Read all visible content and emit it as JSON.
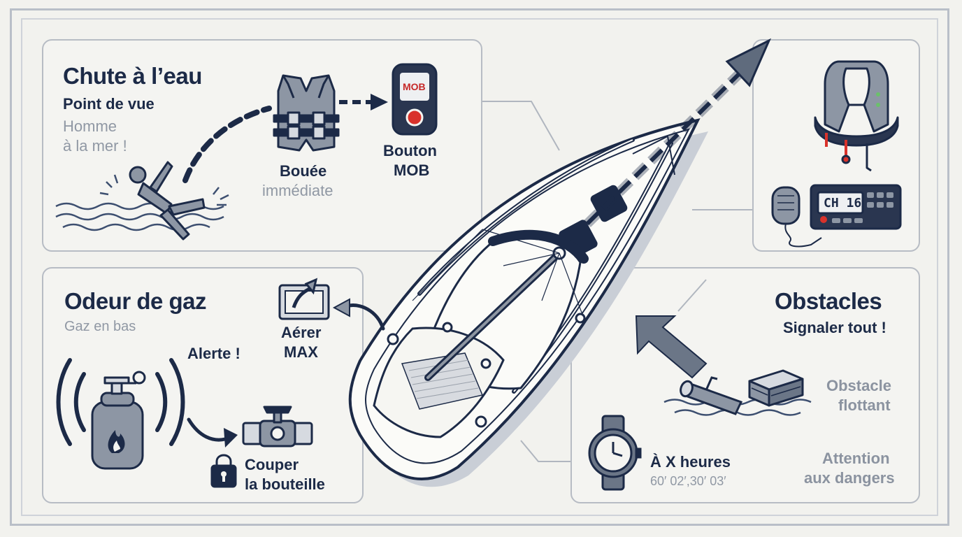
{
  "mob": {
    "title": "Chute à l’eau",
    "subtitle": "Point de vue",
    "alert": "Homme",
    "alert2": "à la mer !",
    "buoy_line1": "Bouée",
    "buoy_line2": "immédiate",
    "button_line1": "Bouton",
    "button_line2": "MOB",
    "device_screen": "MOB"
  },
  "gas": {
    "title": "Odeur de gaz",
    "subtitle": "Gaz en bas",
    "alert": "Alerte !",
    "vent_line1": "Aérer",
    "vent_line2": "MAX",
    "cut_line1": "Couper",
    "cut_line2": "la bouteille"
  },
  "radio": {
    "display": "CH 16"
  },
  "obstacles": {
    "title": "Obstacles",
    "subtitle": "Signaler tout !",
    "floating_line1": "Obstacle",
    "floating_line2": "flottant",
    "clock_label": "À X heures",
    "clock_values": "60′ 02′,30′ 03′",
    "danger_line1": "Attention",
    "danger_line2": "aux dangers"
  }
}
